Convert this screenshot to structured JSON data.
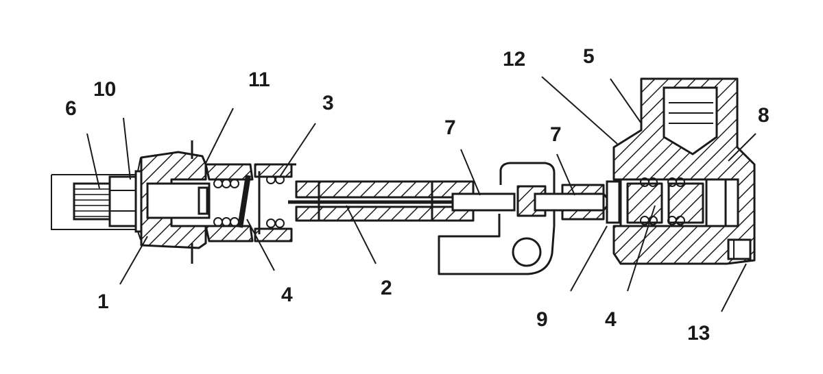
{
  "diagram": {
    "labels": [
      {
        "id": "label-1",
        "text": "1"
      },
      {
        "id": "label-2",
        "text": "2"
      },
      {
        "id": "label-3",
        "text": "3"
      },
      {
        "id": "label-4-left",
        "text": "4"
      },
      {
        "id": "label-4-right",
        "text": "4"
      },
      {
        "id": "label-5",
        "text": "5"
      },
      {
        "id": "label-6",
        "text": "6"
      },
      {
        "id": "label-7-left",
        "text": "7"
      },
      {
        "id": "label-7-right",
        "text": "7"
      },
      {
        "id": "label-8",
        "text": "8"
      },
      {
        "id": "label-9",
        "text": "9"
      },
      {
        "id": "label-10",
        "text": "10"
      },
      {
        "id": "label-11",
        "text": "11"
      },
      {
        "id": "label-12",
        "text": "12"
      },
      {
        "id": "label-13",
        "text": "13"
      }
    ]
  }
}
